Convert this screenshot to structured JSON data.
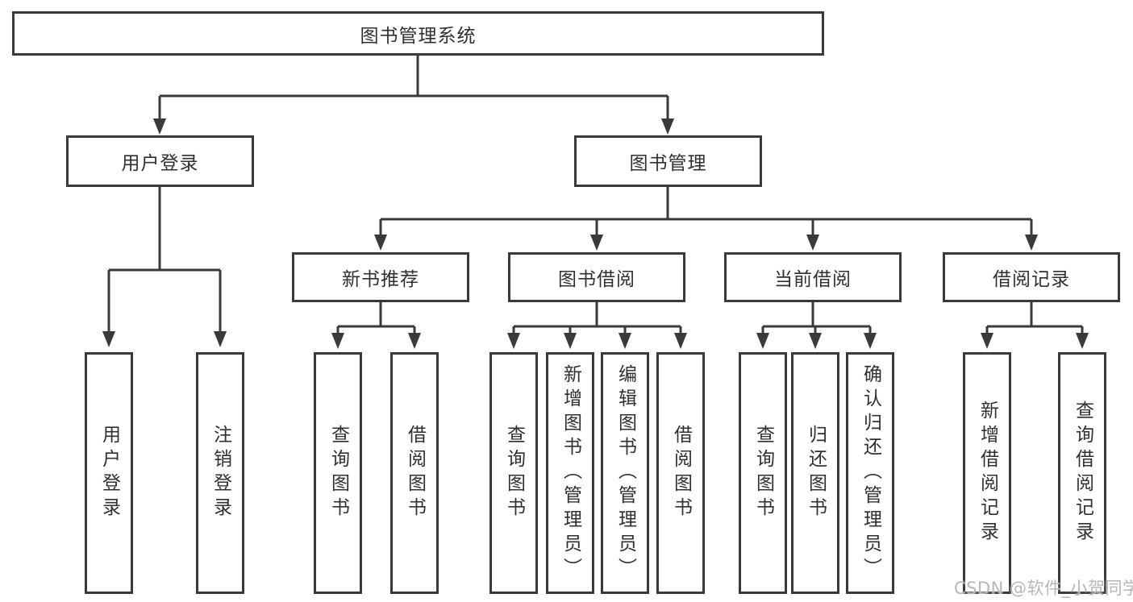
{
  "tree": {
    "root": {
      "label": "图书管理系统"
    },
    "children": [
      {
        "label": "用户登录",
        "children": [
          {
            "label": "用户登录"
          },
          {
            "label": "注销登录"
          }
        ]
      },
      {
        "label": "图书管理",
        "children": [
          {
            "label": "新书推荐",
            "children": [
              {
                "label": "查询图书"
              },
              {
                "label": "借阅图书"
              }
            ]
          },
          {
            "label": "图书借阅",
            "children": [
              {
                "label": "查询图书"
              },
              {
                "label": "新增图书（管理员）"
              },
              {
                "label": "编辑图书（管理员）"
              },
              {
                "label": "借阅图书"
              }
            ]
          },
          {
            "label": "当前借阅",
            "children": [
              {
                "label": "查询图书"
              },
              {
                "label": "归还图书"
              },
              {
                "label": "确认归还（管理员）"
              }
            ]
          },
          {
            "label": "借阅记录",
            "children": [
              {
                "label": "新增借阅记录"
              },
              {
                "label": "查询借阅记录"
              }
            ]
          }
        ]
      }
    ]
  },
  "watermark": {
    "text": "CSDN @软件_小贺同学"
  },
  "colors": {
    "line": "#3a3a3a",
    "text": "#303030",
    "watermark": "#b7b7b7",
    "background": "#ffffff"
  }
}
